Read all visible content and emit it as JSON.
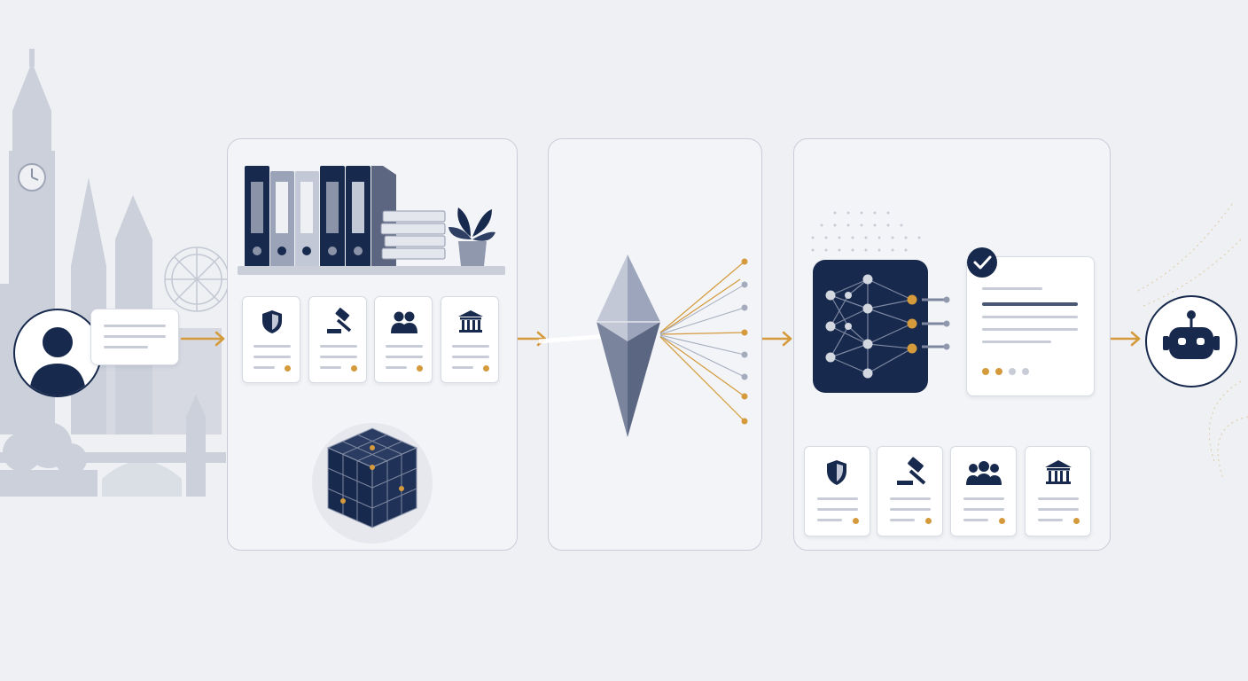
{
  "colors": {
    "navy": "#17294d",
    "accent": "#d49a3c",
    "panel_border": "#c9cdd8",
    "background": "#eef0f4",
    "muted": "#c7ccd7"
  },
  "stages": [
    {
      "name": "user-query",
      "icons": [
        "person-icon",
        "speech-bubble-icon"
      ]
    },
    {
      "name": "legal-knowledge-base",
      "icons": [
        "binders-icon",
        "books-icon",
        "plant-icon",
        "shield-icon",
        "gavel-icon",
        "people-icon",
        "courthouse-icon",
        "data-cube-icon"
      ]
    },
    {
      "name": "retrieval-prism",
      "icons": [
        "prism-icon",
        "light-rays-icon"
      ]
    },
    {
      "name": "neural-network-reasoning",
      "icons": [
        "neural-network-icon",
        "verified-document-icon",
        "shield-icon",
        "gavel-icon",
        "people-icon",
        "courthouse-icon"
      ]
    },
    {
      "name": "ai-assistant",
      "icons": [
        "robot-icon"
      ]
    }
  ],
  "category_icons": [
    "shield-icon",
    "gavel-icon",
    "people-icon",
    "courthouse-icon"
  ]
}
